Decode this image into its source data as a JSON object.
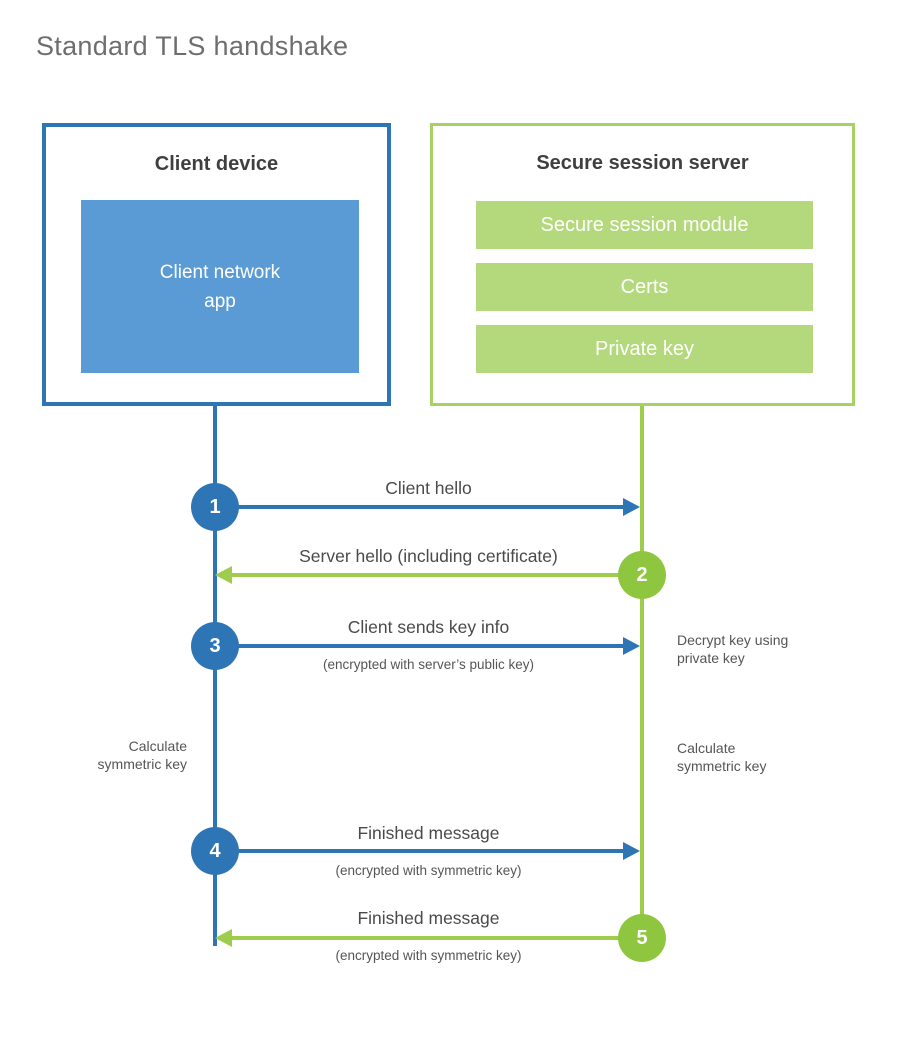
{
  "title": "Standard TLS handshake",
  "client": {
    "heading": "Client device",
    "app_lines": [
      "Client network",
      "app"
    ]
  },
  "server": {
    "heading": "Secure session server",
    "modules": [
      "Secure session module",
      "Certs",
      "Private key"
    ]
  },
  "steps": [
    {
      "num": "1",
      "actor": "client",
      "direction": "right",
      "label": "Client hello",
      "sub": ""
    },
    {
      "num": "2",
      "actor": "server",
      "direction": "left",
      "label": "Server hello (including certificate)",
      "sub": ""
    },
    {
      "num": "3",
      "actor": "client",
      "direction": "right",
      "label": "Client sends key info",
      "sub": "(encrypted with server’s public key)"
    },
    {
      "num": "4",
      "actor": "client",
      "direction": "right",
      "label": "Finished message",
      "sub": "(encrypted with symmetric key)"
    },
    {
      "num": "5",
      "actor": "server",
      "direction": "left",
      "label": "Finished message",
      "sub": "(encrypted with symmetric key)"
    }
  ],
  "notes": [
    {
      "side": "right",
      "lines": [
        "Decrypt key using",
        "private key"
      ]
    },
    {
      "side": "left",
      "lines": [
        "Calculate",
        "symmetric key"
      ]
    },
    {
      "side": "right",
      "lines": [
        "Calculate",
        "symmetric key"
      ]
    }
  ],
  "colors": {
    "blue_dark": "#2e75b6",
    "blue_fill": "#5b9bd5",
    "green_circle": "#8fc63f",
    "green_line": "#9ecd4d",
    "green_border": "#a6d164",
    "green_fill": "#b4d87c"
  }
}
